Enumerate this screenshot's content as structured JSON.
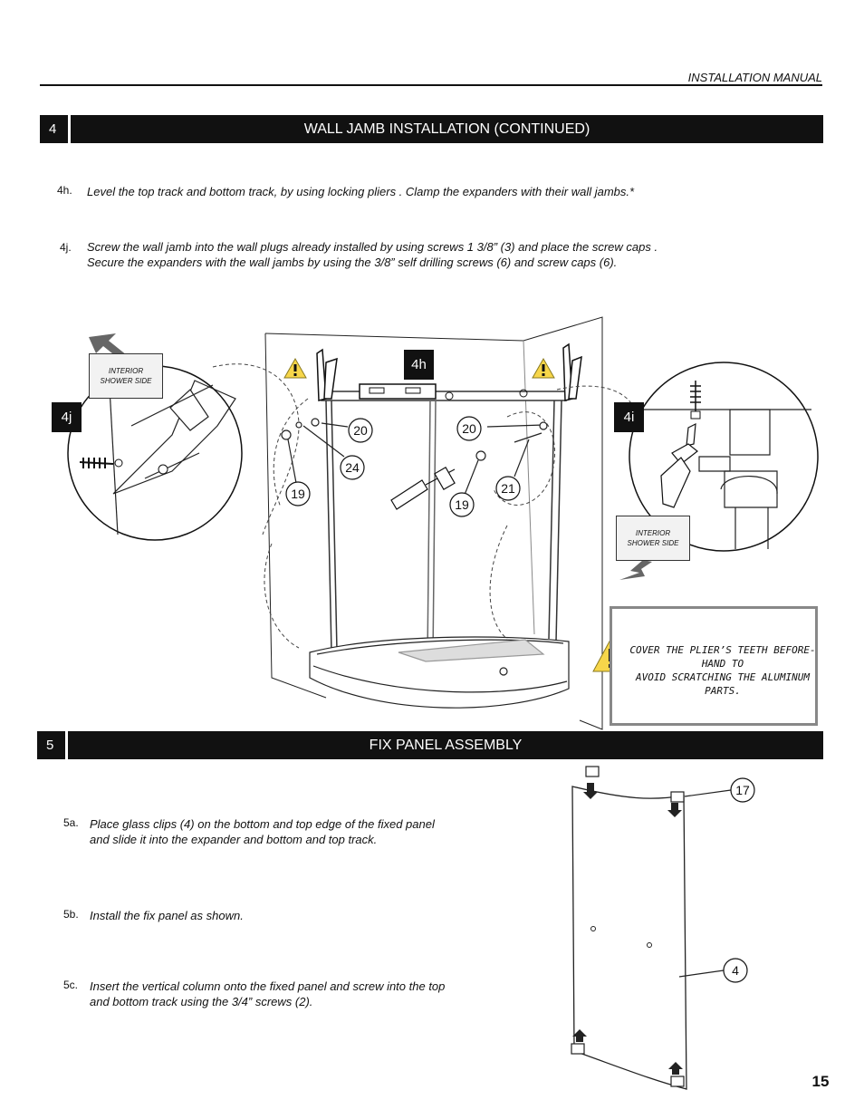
{
  "header": {
    "manual_title": "INSTALLATION MANUAL"
  },
  "section4": {
    "number": "4",
    "title": "WALL JAMB INSTALLATION (CONTINUED)",
    "steps": [
      {
        "id": "4h.",
        "text": "Level the top track and bottom track, by using locking pliers . Clamp the expanders with their wall jambs.*"
      },
      {
        "id": "4j.",
        "line1": "Screw the wall jamb into the wall plugs already installed by using screws 1 3/8” (3) and place the screw caps .",
        "line2": "Secure the expanders with the wall jambs by using the 3/8” self drilling screws (6) and screw caps (6)."
      }
    ],
    "figure": {
      "tags": {
        "left": "4j",
        "center": "4h",
        "right": "4i"
      },
      "interior_label_line1": "INTERIOR",
      "interior_label_line2": "SHOWER SIDE",
      "parts": {
        "p20a": "20",
        "p20b": "20",
        "p24": "24",
        "p19a": "19",
        "p19b": "19",
        "p21": "21"
      }
    },
    "note": {
      "line1": "COVER THE PLIER’S TEETH BEFORE-",
      "line2": "HAND TO",
      "line3": "AVOID SCRATCHING THE ALUMINUM",
      "line4": "PARTS."
    }
  },
  "section5": {
    "number": "5",
    "title": "FIX PANEL ASSEMBLY",
    "steps": [
      {
        "id": "5a.",
        "line1": "Place glass clips (4) on the bottom and top edge of the fixed panel",
        "line2": "and slide it into the expander and bottom and top track."
      },
      {
        "id": "5b.",
        "line1": "Install the fix panel as shown."
      },
      {
        "id": "5c.",
        "line1": "Insert the vertical column onto the fixed panel and screw into the top",
        "line2": "and bottom track using the 3/4” screws (2)."
      }
    ],
    "figure": {
      "parts": {
        "p17": "17",
        "p4": "4"
      }
    }
  },
  "page_number": "15"
}
